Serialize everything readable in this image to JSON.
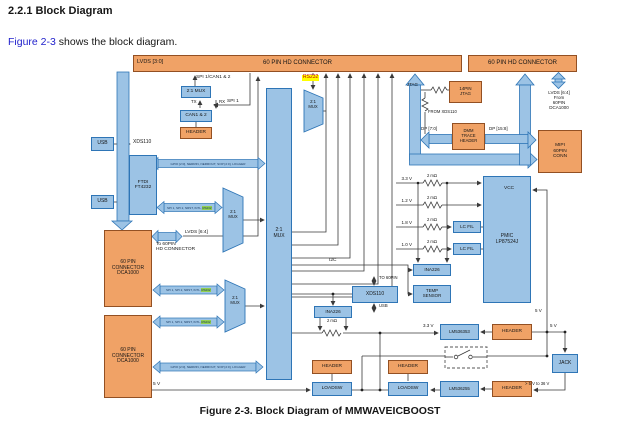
{
  "page": {
    "heading": "2.2.1 Block Diagram",
    "intro_link": "Figure 2-3",
    "intro_rest": " shows the block diagram.",
    "caption": "Figure 2-3. Block Diagram of MMWAVEICBOOST"
  },
  "colors": {
    "box_orange": "#F0A266",
    "box_blue": "#9CC3E5",
    "border_blue": "#2E75B6",
    "highlight_yellow": "#FFFF00",
    "highlight_green": "#92D050",
    "link_blue": "#2222CC",
    "wire": "#3A3A3A"
  },
  "labels": {
    "conn60hd": "60 PIN HD CONNECTOR",
    "lvds30": "LVDS [3:0]",
    "spi1can": "SPI 1/CAN1 & 2",
    "mux21_inline": "2:1 MUX",
    "mux21_stack": "2:1\nMUX",
    "can12": "CAN1 & 2",
    "header": "HEADER",
    "usb": "USB",
    "xds110": "XDS110",
    "ftdi": "FTDI\nFT4232",
    "rs232": "RS232",
    "spi1": "SPI 1",
    "tx": "TX",
    "rx": "RX",
    "jtag": "JTAG",
    "jtag14": "14PIN\nJTAG",
    "from_xds": "FROM XDS110",
    "dp70": "DP [7:0]",
    "dp158": "DP [15:8]",
    "dmm": "DMM\nTRACE\nHEADER",
    "mipi": "MIPI\n60PIN\nCONN",
    "lvds64_stack": "LVDS [6:4]\nFrom\n60PIN\nDCA1000",
    "lvds64": "LVDS [6:4]",
    "to60hd": "To 60PIN\nHD CONNECTOR",
    "dca": "60 PIN\nCONNECTOR\nDCA1000",
    "i2c": "I2C",
    "to60pin": "TO 60PIN",
    "v33": "3.3 V",
    "v12": "1.2 V",
    "v18": "1.8 V",
    "v10": "1.0 V",
    "mohm2": "2 mΩ",
    "lcfil": "LC FIL",
    "pmic": "PMIC\nLP87524J",
    "vcc": "VCC",
    "ina226": "INA226",
    "temp": "TEMP\nSENSOR",
    "v5": "5 V",
    "v5to36": "> 5 V to 36 V",
    "lm353": "LM536353",
    "lm255": "LM536255",
    "loadsw": "LOADSW",
    "jack": "JACK",
    "arrow_gpio": "GPIO [2:0], NERRIN, NERROUT, SOP [2:0], LOGGER",
    "arrow_spi_pre": "SPI 1, SPI 2, NRST, INTL, ",
    "arrow_rs232": "RS232"
  }
}
